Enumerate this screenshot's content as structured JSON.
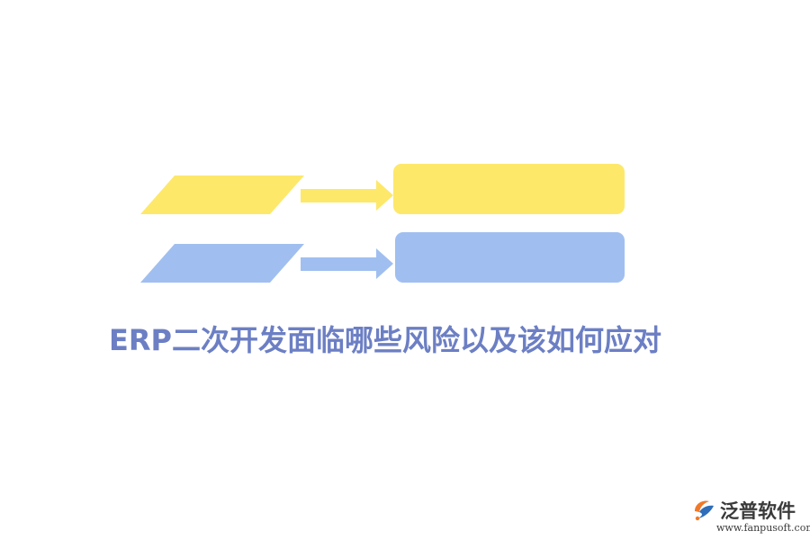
{
  "title": "ERP二次开发面临哪些风险以及该如何应对",
  "colors": {
    "yellow": "#fde86a",
    "blue": "#a0bff0",
    "title": "#6c7fc4",
    "logo_orange": "#f07a2a",
    "logo_blue": "#2f6db8"
  },
  "rows": [
    {
      "color": "yellow",
      "shapes": [
        "parallelogram",
        "arrow-right",
        "rounded-rectangle"
      ]
    },
    {
      "color": "blue",
      "shapes": [
        "parallelogram",
        "arrow-right",
        "rounded-rectangle"
      ]
    }
  ],
  "logo": {
    "name": "泛普软件",
    "url": "www.fanpusoft.com",
    "icon": "fanpu-logo-icon"
  }
}
